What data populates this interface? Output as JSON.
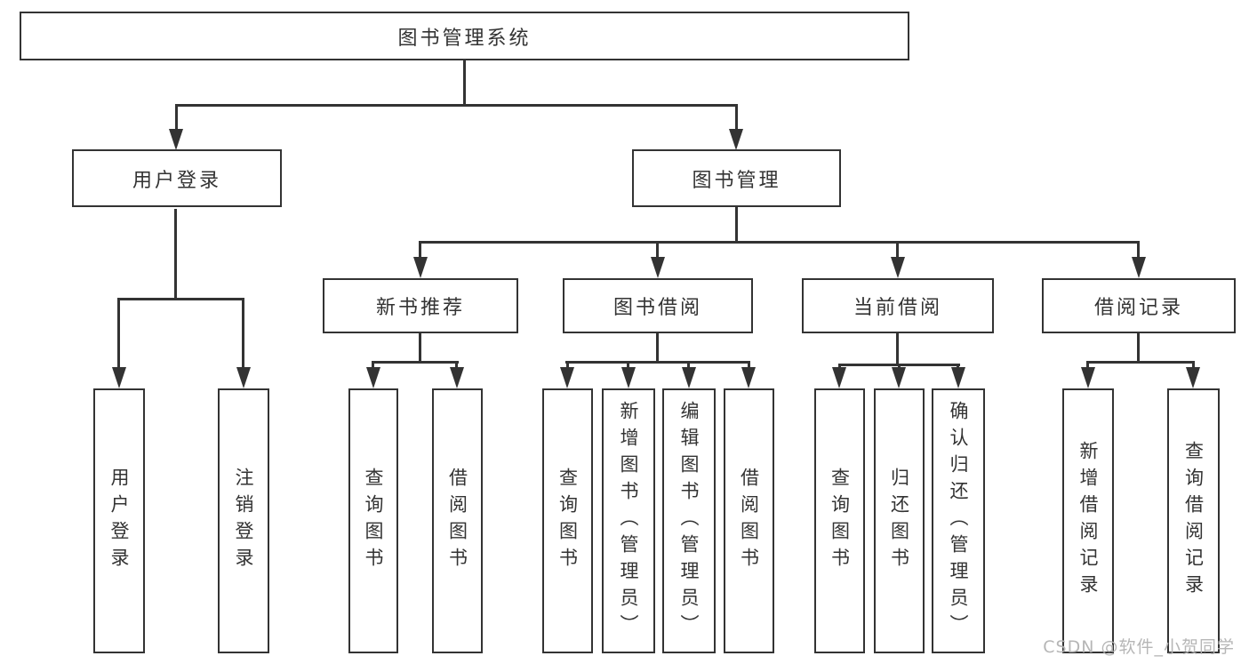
{
  "diagram": {
    "root": {
      "label": "图书管理系统"
    },
    "level2": [
      {
        "id": "user-login",
        "label": "用户登录"
      },
      {
        "id": "book-management",
        "label": "图书管理"
      }
    ],
    "level3": [
      {
        "id": "new-book-recommend",
        "label": "新书推荐",
        "parent": "book-management"
      },
      {
        "id": "book-borrowing",
        "label": "图书借阅",
        "parent": "book-management"
      },
      {
        "id": "current-borrowing",
        "label": "当前借阅",
        "parent": "book-management"
      },
      {
        "id": "borrowing-records",
        "label": "借阅记录",
        "parent": "book-management"
      }
    ],
    "leaves": [
      {
        "label": "用户登录",
        "parent": "user-login"
      },
      {
        "label": "注销登录",
        "parent": "user-login"
      },
      {
        "label": "查询图书",
        "parent": "new-book-recommend"
      },
      {
        "label": "借阅图书",
        "parent": "new-book-recommend"
      },
      {
        "label": "查询图书",
        "parent": "book-borrowing"
      },
      {
        "label": "新增图书（管理员）",
        "parent": "book-borrowing"
      },
      {
        "label": "编辑图书（管理员）",
        "parent": "book-borrowing"
      },
      {
        "label": "借阅图书",
        "parent": "book-borrowing"
      },
      {
        "label": "查询图书",
        "parent": "current-borrowing"
      },
      {
        "label": "归还图书",
        "parent": "current-borrowing"
      },
      {
        "label": "确认归还（管理员）",
        "parent": "current-borrowing"
      },
      {
        "label": "新增借阅记录",
        "parent": "borrowing-records"
      },
      {
        "label": "查询借阅记录",
        "parent": "borrowing-records"
      }
    ]
  },
  "watermark": {
    "text": "CSDN @软件_小贺同学"
  },
  "colors": {
    "line": "#333333",
    "box_border": "#333333",
    "text": "#333333",
    "background": "#ffffff",
    "watermark": "#b2b2b2"
  }
}
